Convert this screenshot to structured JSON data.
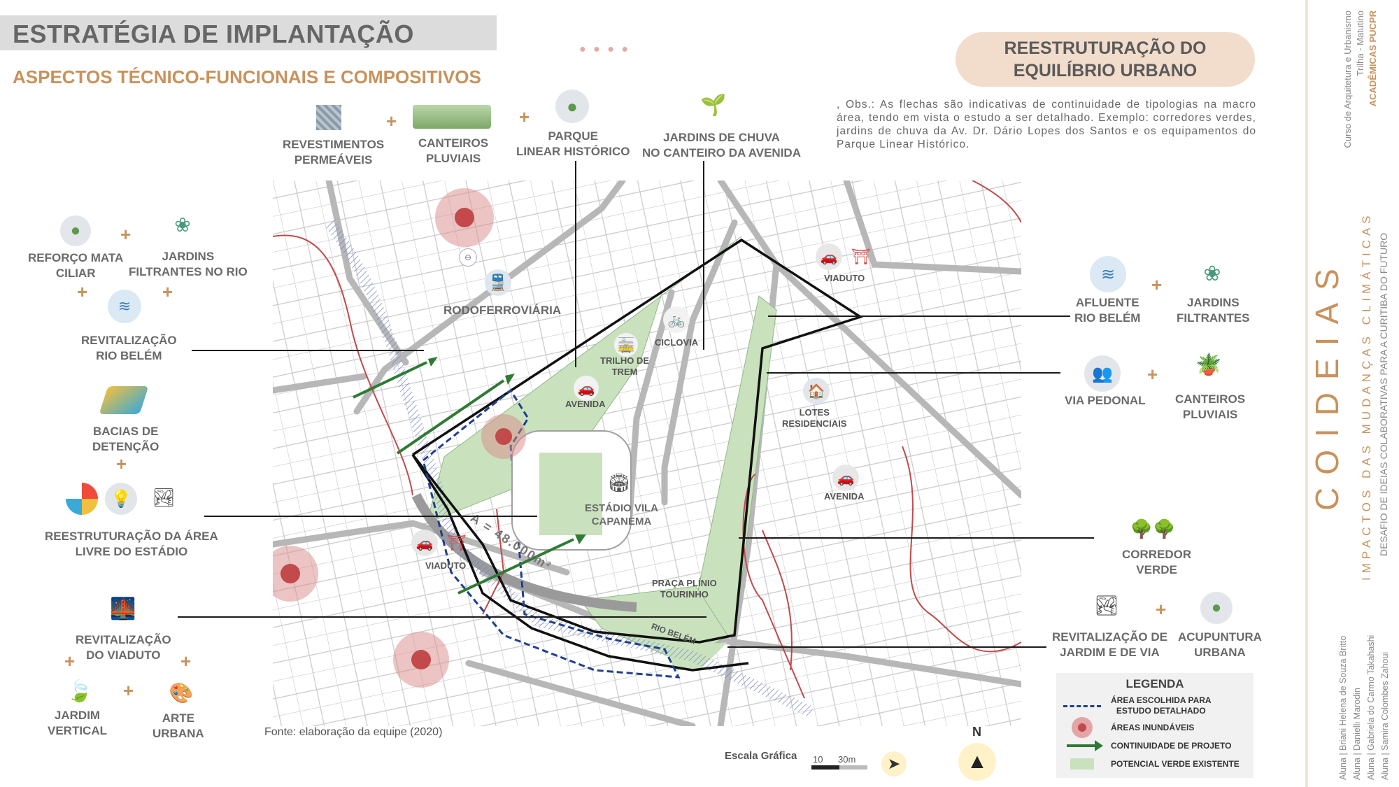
{
  "header": {
    "title": "ESTRATÉGIA DE IMPLANTAÇÃO",
    "subtitle": "ASPECTOS TÉCNICO-FUNCIONAIS E COMPOSITIVOS",
    "badge": "REESTRUTURAÇÃO DO\nEQUILÍBRIO URBANO",
    "note": ", Obs.: As flechas são indicativas de continuidade de tipologias na macro área, tendo em vista o estudo a ser detalhado. Exemplo: corredores verdes, jardins de chuva da Av. Dr. Dário Lopes dos Santos e os equipamentos do Parque Linear Histórico."
  },
  "sidebar": {
    "course": "Curso de Arquitetura e Urbanismo",
    "track": "Trilha - Matutino",
    "school": "ACADÊMICAS PUCPR",
    "brand": "COIDEIAS",
    "tagline": "IMPACTOS DAS MUDANÇAS CLIMÁTICAS",
    "challenge": "DESAFIO DE IDEIAS COLABORATIVAS PARA A CURITIBA DO FUTURO",
    "students": [
      "Aluna | Briani Helena de Souza Britto",
      "Aluna | Danielli Marodin",
      "Aluna | Gabriela do Carmo Takahashi",
      "Aluna | Samira Colombes Zahoui"
    ]
  },
  "top_items": {
    "revestimentos": "REVESTIMENTOS\nPERMEÁVEIS",
    "canteiros": "CANTEIROS\nPLUVIAIS",
    "parque": "PARQUE\nLINEAR HISTÓRICO",
    "jardins_chuva": "JARDINS DE CHUVA\nNO CANTEIRO DA AVENIDA"
  },
  "left_items": {
    "reforco": "REFORÇO MATA\nCILIAR",
    "jardins_rio": "JARDINS\nFILTRANTES NO RIO",
    "revit_rio": "REVITALIZAÇÃO\nRIO BELÉM",
    "bacias": "BACIAS DE\nDETENÇÃO",
    "reestruturacao": "REESTRUTURAÇÃO DA ÁREA\nLIVRE DO ESTÁDIO",
    "revit_viaduto": "REVITALIZAÇÃO\nDO VIADUTO",
    "jardim_vertical": "JARDIM\nVERTICAL",
    "arte": "ARTE\nURBANA"
  },
  "right_items": {
    "afluente": "AFLUENTE\nRIO BELÉM",
    "jardins_filtrantes": "JARDINS\nFILTRANTES",
    "via_pedonal": "VIA PEDONAL",
    "canteiros": "CANTEIROS\nPLUVIAIS",
    "corredor": "CORREDOR\nVERDE",
    "revit_jardim": "REVITALIZAÇÃO DE\nJARDIM E DE VIA",
    "acupuntura": "ACUPUNTURA\nURBANA"
  },
  "map_labels": {
    "rodoferroviaria": "RODOFERROVIÁRIA",
    "ciclovia": "CICLOVIA",
    "trilho": "TRILHO DE\nTREM",
    "avenida1": "AVENIDA",
    "viaduto_top": "VIADUTO",
    "lotes": "LOTES\nRESIDENCIAIS",
    "avenida2": "AVENIDA",
    "estadio": "ESTÁDIO VILA\nCAPANEMA",
    "area": "A = 48.000m²",
    "viaduto_left": "VIADUTO",
    "praca": "PRAÇA PLÍNIO\nTOURINHO",
    "rio": "RIO BELÉM"
  },
  "source": "Fonte: elaboração da equipe (2020)",
  "scale": {
    "title": "Escala Gráfica",
    "t1": "10",
    "t2": "30m"
  },
  "north": "N",
  "legend": {
    "title": "LEGENDA",
    "items": [
      "ÁREA ESCOLHIDA PARA\nESTUDO DETALHADO",
      "ÁREAS INUNDÁVEIS",
      "CONTINUIDADE DE PROJETO",
      "POTENCIAL VERDE EXISTENTE"
    ]
  },
  "colors": {
    "accent": "#c8925c",
    "green_area": "#c9e2bd",
    "arrow": "#2f7a34",
    "flood": "#d26b6b",
    "badge_bg": "#f2dccb",
    "dashed": "#1f3f8f"
  }
}
